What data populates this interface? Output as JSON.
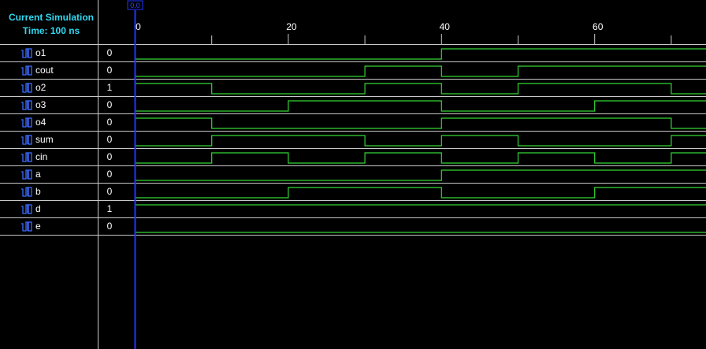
{
  "header": {
    "line1": "Current Simulation",
    "line2": "Time: 100 ns"
  },
  "cursor": {
    "label": "0.0",
    "time_ns": 0
  },
  "timeline": {
    "start_ns": 0,
    "end_ns": 74.6,
    "tick_labels": [
      "0",
      "20",
      "40",
      "60"
    ],
    "tick_values": [
      0,
      20,
      40,
      60
    ],
    "minor_tick_values": [
      10,
      30,
      50,
      70
    ]
  },
  "colors": {
    "waveform": "#33d633",
    "cursor": "#2233ff",
    "header_text": "#2fd9f2",
    "grid": "#c8c8c8",
    "icon": "#3a6cff"
  },
  "signals": [
    {
      "name": "o1",
      "value": "0",
      "icon": "bit-signal-icon",
      "transitions": [
        {
          "t": 0,
          "v": 0
        },
        {
          "t": 40,
          "v": 1
        }
      ]
    },
    {
      "name": "cout",
      "value": "0",
      "icon": "bit-signal-icon",
      "transitions": [
        {
          "t": 0,
          "v": 0
        },
        {
          "t": 30,
          "v": 1
        },
        {
          "t": 40,
          "v": 0
        },
        {
          "t": 50,
          "v": 1
        }
      ]
    },
    {
      "name": "o2",
      "value": "1",
      "icon": "bit-signal-icon",
      "transitions": [
        {
          "t": 0,
          "v": 1
        },
        {
          "t": 10,
          "v": 0
        },
        {
          "t": 30,
          "v": 1
        },
        {
          "t": 40,
          "v": 0
        },
        {
          "t": 50,
          "v": 1
        },
        {
          "t": 70,
          "v": 0
        }
      ]
    },
    {
      "name": "o3",
      "value": "0",
      "icon": "bit-signal-icon",
      "transitions": [
        {
          "t": 0,
          "v": 0
        },
        {
          "t": 20,
          "v": 1
        },
        {
          "t": 40,
          "v": 0
        },
        {
          "t": 60,
          "v": 1
        }
      ]
    },
    {
      "name": "o4",
      "value": "0",
      "icon": "bit-signal-icon",
      "transitions": [
        {
          "t": 0,
          "v": 1
        },
        {
          "t": 10,
          "v": 0
        },
        {
          "t": 40,
          "v": 1
        },
        {
          "t": 70,
          "v": 0
        }
      ]
    },
    {
      "name": "sum",
      "value": "0",
      "icon": "bit-signal-icon",
      "transitions": [
        {
          "t": 0,
          "v": 0
        },
        {
          "t": 10,
          "v": 1
        },
        {
          "t": 30,
          "v": 0
        },
        {
          "t": 40,
          "v": 1
        },
        {
          "t": 50,
          "v": 0
        },
        {
          "t": 70,
          "v": 1
        }
      ]
    },
    {
      "name": "cin",
      "value": "0",
      "icon": "bit-signal-icon",
      "transitions": [
        {
          "t": 0,
          "v": 0
        },
        {
          "t": 10,
          "v": 1
        },
        {
          "t": 20,
          "v": 0
        },
        {
          "t": 30,
          "v": 1
        },
        {
          "t": 40,
          "v": 0
        },
        {
          "t": 50,
          "v": 1
        },
        {
          "t": 60,
          "v": 0
        },
        {
          "t": 70,
          "v": 1
        }
      ]
    },
    {
      "name": "a",
      "value": "0",
      "icon": "bit-signal-icon",
      "transitions": [
        {
          "t": 0,
          "v": 0
        },
        {
          "t": 40,
          "v": 1
        }
      ]
    },
    {
      "name": "b",
      "value": "0",
      "icon": "bit-signal-icon",
      "transitions": [
        {
          "t": 0,
          "v": 0
        },
        {
          "t": 20,
          "v": 1
        },
        {
          "t": 40,
          "v": 0
        },
        {
          "t": 60,
          "v": 1
        }
      ]
    },
    {
      "name": "d",
      "value": "1",
      "icon": "bit-signal-icon",
      "transitions": [
        {
          "t": 0,
          "v": 1
        }
      ]
    },
    {
      "name": "e",
      "value": "0",
      "icon": "bit-signal-icon",
      "transitions": [
        {
          "t": 0,
          "v": 0
        }
      ]
    }
  ]
}
